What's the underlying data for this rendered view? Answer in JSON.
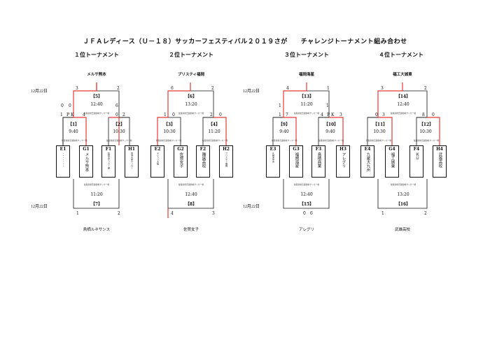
{
  "title": "ＪＦＡレディース（Ｕ－１８）サッカーフェスティバル２０１９さが　　チャレンジトーナメント組み合わせ",
  "date_label": "12月22日",
  "brackets": [
    {
      "heading": "１位トーナメント",
      "winner": "メルサ熊本",
      "final": {
        "match": "【5】",
        "time": "12:40",
        "score_left": "3",
        "score_right": "2",
        "venue": "佐賀県総合運動場サッカー場"
      },
      "semi_left": {
        "match": "【1】",
        "time": "9:40",
        "score_top_left": "0",
        "score_top_right": "0",
        "score_bottom_left": "1",
        "score_bottom_right": "4",
        "pk": "P K",
        "venue": "佐賀県総合運動場サッカー場"
      },
      "semi_right": {
        "match": "【2】",
        "time": "10:30",
        "score_top_left": "6",
        "score_top_right": "0",
        "score_bottom_left": "",
        "score_bottom_right": "2",
        "venue": "佐賀県総合運動場サッカー場"
      },
      "teams": [
        {
          "id": "E1",
          "name": "・・・・・・・"
        },
        {
          "id": "G1",
          "name": "メルサ熊本"
        },
        {
          "id": "F1",
          "name": "佐賀北サッカー部"
        },
        {
          "id": "H1",
          "name": "東海大学サッカー"
        }
      ],
      "third": {
        "match": "【7】",
        "time": "11:20",
        "score_left": "1",
        "score_right": "2",
        "venue": "佐賀県総合運動場サッカー場",
        "winner": "鳥栖ルネサンス"
      }
    },
    {
      "heading": "２位トーナメント",
      "winner": "プリスティ福岡",
      "final": {
        "match": "【6】",
        "time": "13:20",
        "score_left": "6",
        "score_right": "2",
        "venue": "佐賀県総合運動場サッカー場"
      },
      "semi_left": {
        "match": "【3】",
        "time": "10:30",
        "score_top_left": "1",
        "score_top_right": "0",
        "score_bottom_left": "",
        "score_bottom_right": "",
        "venue": "佐賀県総合運動場サッカー場"
      },
      "semi_right": {
        "match": "【4】",
        "time": "11:20",
        "score_top_left": "2",
        "score_top_right": "0",
        "score_bottom_left": "",
        "score_bottom_right": "",
        "venue": "佐賀県総合運動場サッカー場"
      },
      "teams": [
        {
          "id": "E2",
          "name": "セレッソ大阪"
        },
        {
          "id": "G2",
          "name": "佐賀女子"
        },
        {
          "id": "F2",
          "name": "雕誠高校"
        },
        {
          "id": "H2",
          "name": "プリスティ福岡"
        }
      ],
      "third": {
        "match": "【8】",
        "time": "12:40",
        "score_left": "4",
        "score_right": "3",
        "venue": "佐賀県総合運動場サッカー場",
        "winner": "佐賀女子"
      }
    },
    {
      "heading": "３位トーナメント",
      "winner": "福岡海星",
      "final": {
        "match": "【13】",
        "time": "11:20",
        "score_left": "4",
        "score_right": "1",
        "venue": "佐賀県総合運動場サッカー場"
      },
      "semi_left": {
        "match": "【9】",
        "time": "9:40",
        "score_top_left": "1",
        "score_top_right": "",
        "score_bottom_left": "1",
        "score_bottom_right": "7",
        "venue": "佐賀県総合運動場サッカー場"
      },
      "semi_right": {
        "match": "【10】",
        "time": "9:40",
        "score_top_left": "1",
        "score_top_right": "",
        "score_bottom_left": "4",
        "score_bottom_right": "3",
        "pk": "P K",
        "venue": "佐賀県総合運動場サッカー場"
      },
      "teams": [
        {
          "id": "E3",
          "name": "久留米中央"
        },
        {
          "id": "G3",
          "name": "福岡海星"
        },
        {
          "id": "F3",
          "name": "鳥栖商業"
        },
        {
          "id": "H3",
          "name": "アレグリ"
        }
      ],
      "third": {
        "match": "【15】",
        "time": "12:40",
        "score_left": "0",
        "score_right": "6",
        "venue": "佐賀県総合運動場サッカー場",
        "winner": "アレグリ"
      }
    },
    {
      "heading": "４位トーナメント",
      "winner": "福工大城東",
      "final": {
        "match": "【14】",
        "time": "12:40",
        "score_left": "3",
        "score_right": "2",
        "venue": "佐賀県総合運動場サッカー場"
      },
      "semi_left": {
        "match": "【11】",
        "time": "10:30",
        "score_top_left": "0",
        "score_top_right": "3",
        "score_bottom_left": "",
        "score_bottom_right": "",
        "venue": "佐賀県総合運動場サッカー場"
      },
      "semi_right": {
        "match": "【12】",
        "time": "10:30",
        "score_top_left": "8",
        "score_top_right": "0",
        "score_bottom_left": "",
        "score_bottom_right": "",
        "venue": "佐賀県総合運動場サッカー場"
      },
      "teams": [
        {
          "id": "E4",
          "name": "九産大九州"
        },
        {
          "id": "G4",
          "name": "福工城東"
        },
        {
          "id": "F4",
          "name": "ＫＵ"
        },
        {
          "id": "H4",
          "name": "武雄高校"
        }
      ],
      "third": {
        "match": "【16】",
        "time": "13:20",
        "score_left": "1",
        "score_right": "2",
        "venue": "佐賀県総合運動場サッカー場",
        "winner": "武雄高校"
      }
    }
  ]
}
